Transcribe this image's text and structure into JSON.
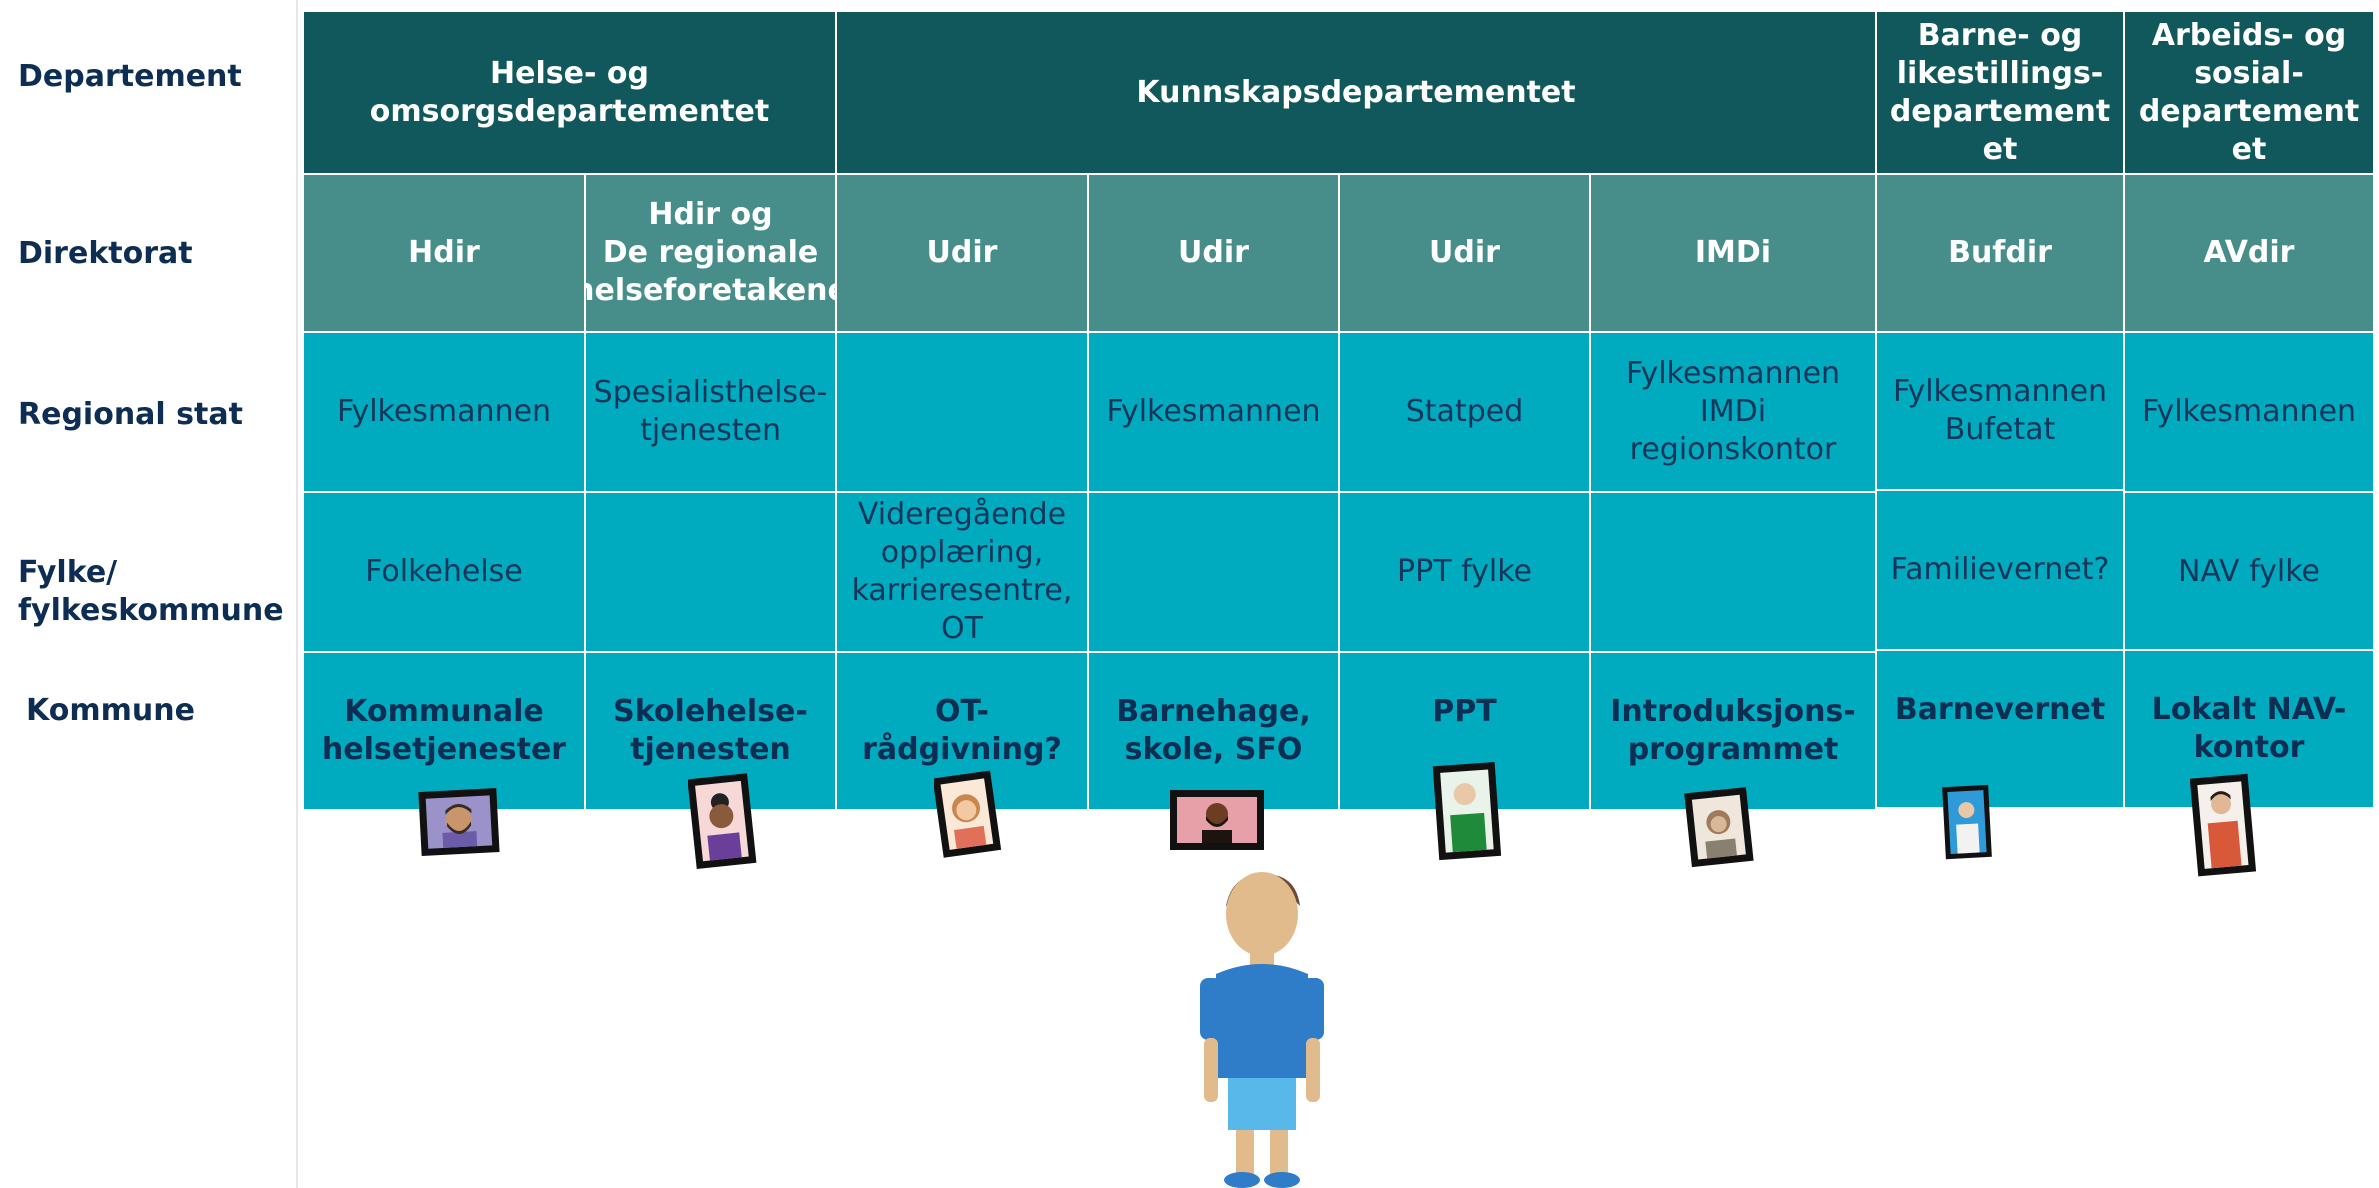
{
  "row_labels": {
    "departement": "Departement",
    "direktorat": "Direktorat",
    "regional_stat": "Regional stat",
    "fylke": "Fylke/\nfylkeskommune",
    "kommune": "Kommune"
  },
  "departments": [
    "Helse- og\nomsorgsdepartementet",
    "Kunnskapsdepartementet",
    "Barne- og\nlikestillings-\ndepartement\net",
    "Arbeids- og\nsosial-\ndepartement\net"
  ],
  "directorates": [
    "Hdir",
    "Hdir og\nDe regionale\nhelseforetakene",
    "Udir",
    "Udir",
    "Udir",
    "IMDi",
    "Bufdir",
    "AVdir"
  ],
  "regional": [
    "Fylkesmannen",
    "Spesialisthelse-\ntjenesten",
    "",
    "Fylkesmannen",
    "Statped",
    "Fylkesmannen\nIMDi regionskontor",
    "Fylkesmannen\nBufetat",
    "Fylkesmannen"
  ],
  "county": [
    "Folkehelse",
    "",
    "Videregående\nopplæring,\nkarrieresentre,\nOT",
    "",
    "PPT fylke",
    "",
    "Familievernet?",
    "NAV fylke"
  ],
  "municipal": [
    "Kommunale\nhelsetjenester",
    "Skolehelse-\ntjenesten",
    "OT-\nrådgivning?",
    "Barnehage,\nskole, SFO",
    "PPT",
    "Introduksjons-\nprogrammet",
    "Barnevernet",
    "Lokalt NAV-\nkontor"
  ],
  "colors": {
    "department": "#10585c",
    "directorate": "#478e8a",
    "service": "#00aabf",
    "label": "#0d2d52"
  },
  "icons": [
    "portrait-icon",
    "child-figure-icon"
  ]
}
